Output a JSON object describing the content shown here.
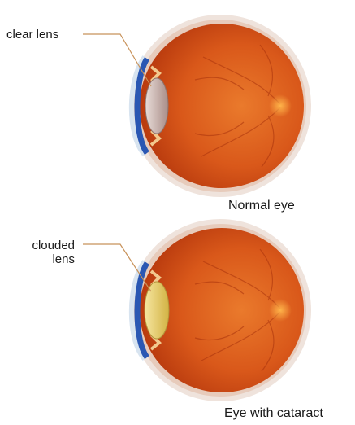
{
  "figure": {
    "panels": [
      {
        "label": "clear lens",
        "caption": "Normal eye",
        "lens_color": "#c9b2ad"
      },
      {
        "label_lines": [
          "clouded",
          "lens"
        ],
        "caption": "Eye with cataract",
        "lens_color": "#e4c95d"
      }
    ],
    "colors": {
      "retina_dark": "#b83a0e",
      "retina_mid": "#d9581a",
      "retina_light": "#ea7a2c",
      "iris": "#2a57b3",
      "leader_line": "#c8925a",
      "ciliary": "#f2c98e"
    }
  }
}
